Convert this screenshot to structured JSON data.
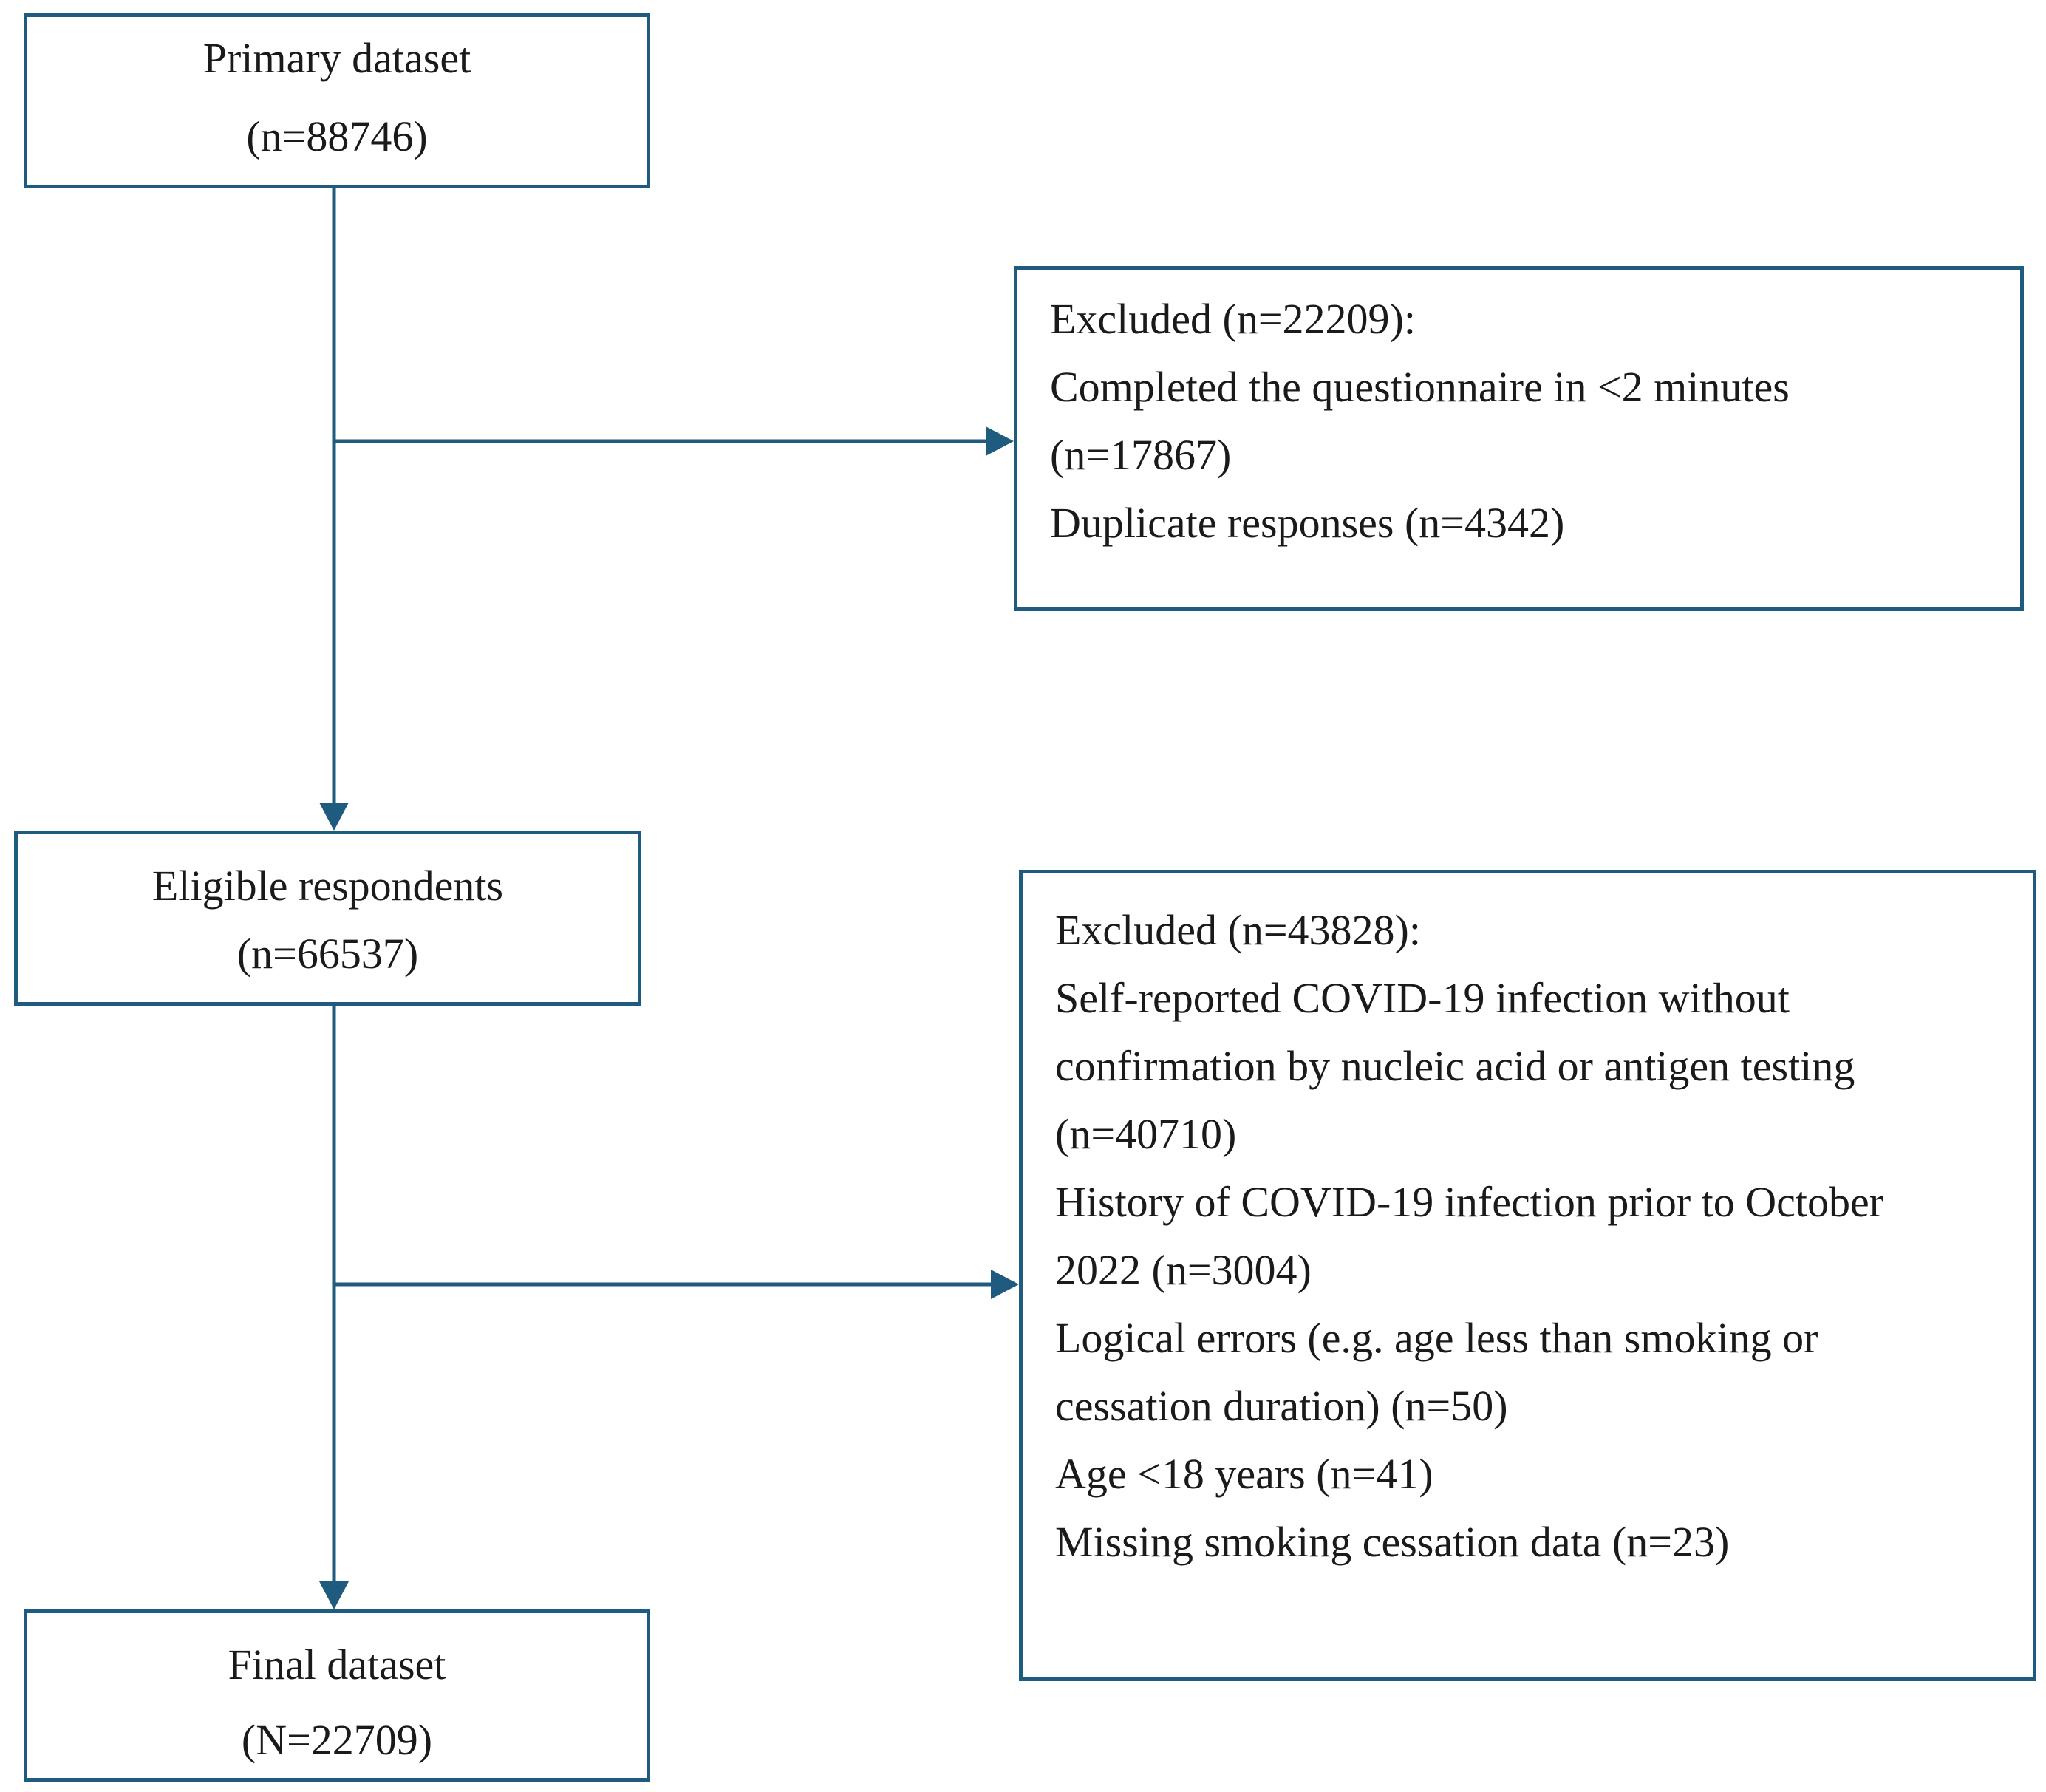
{
  "colors": {
    "box_border": "#1f5b7e",
    "arrow": "#1f5b7e",
    "text": "#1a1a1a"
  },
  "nodes": {
    "primary": {
      "title": "Primary dataset",
      "count": "(n=88746)"
    },
    "eligible": {
      "title": "Eligible respondents",
      "count": "(n=66537)"
    },
    "final": {
      "title": "Final dataset",
      "count": "(N=22709)"
    }
  },
  "exclusions": {
    "first": {
      "lines": [
        "Excluded (n=22209):",
        "Completed the questionnaire in <2 minutes",
        "(n=17867)",
        "Duplicate responses (n=4342)"
      ]
    },
    "second": {
      "lines": [
        "Excluded (n=43828):",
        "Self-reported COVID-19 infection without",
        "confirmation by nucleic acid or antigen testing",
        "(n=40710)",
        "History of COVID-19 infection prior to October",
        "2022 (n=3004)",
        "Logical errors (e.g. age less than smoking or",
        "cessation duration) (n=50)",
        "Age <18 years (n=41)",
        "Missing smoking cessation data (n=23)"
      ]
    }
  }
}
